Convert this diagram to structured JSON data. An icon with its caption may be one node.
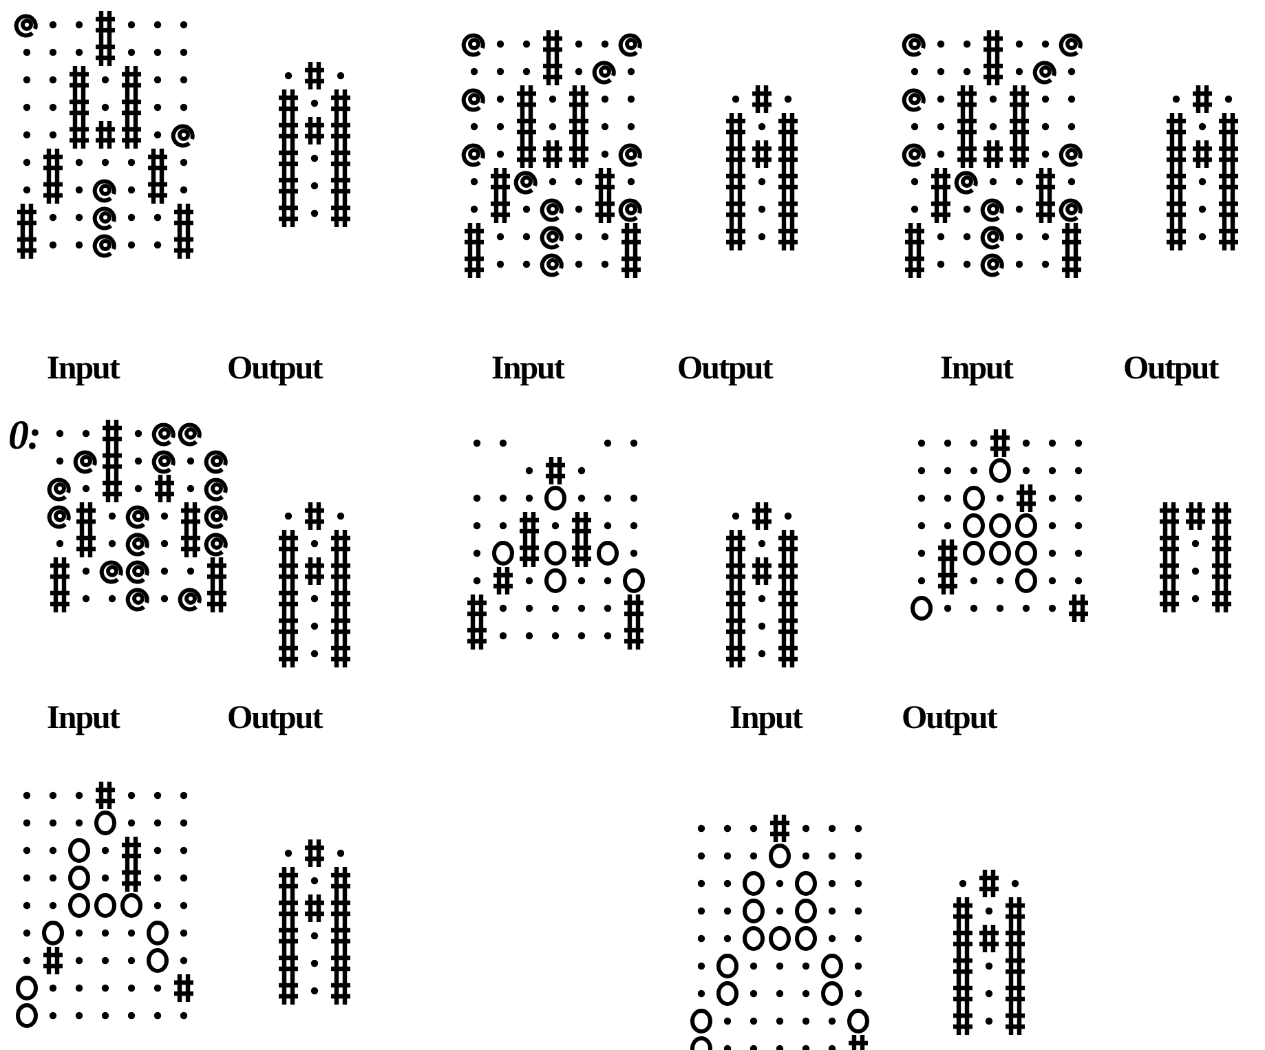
{
  "diagram": {
    "labels": [
      "Input",
      "Output",
      "Input",
      "Output",
      "Input",
      "Output",
      "0:",
      "Input",
      "Output",
      "Input",
      "Output"
    ]
  }
}
